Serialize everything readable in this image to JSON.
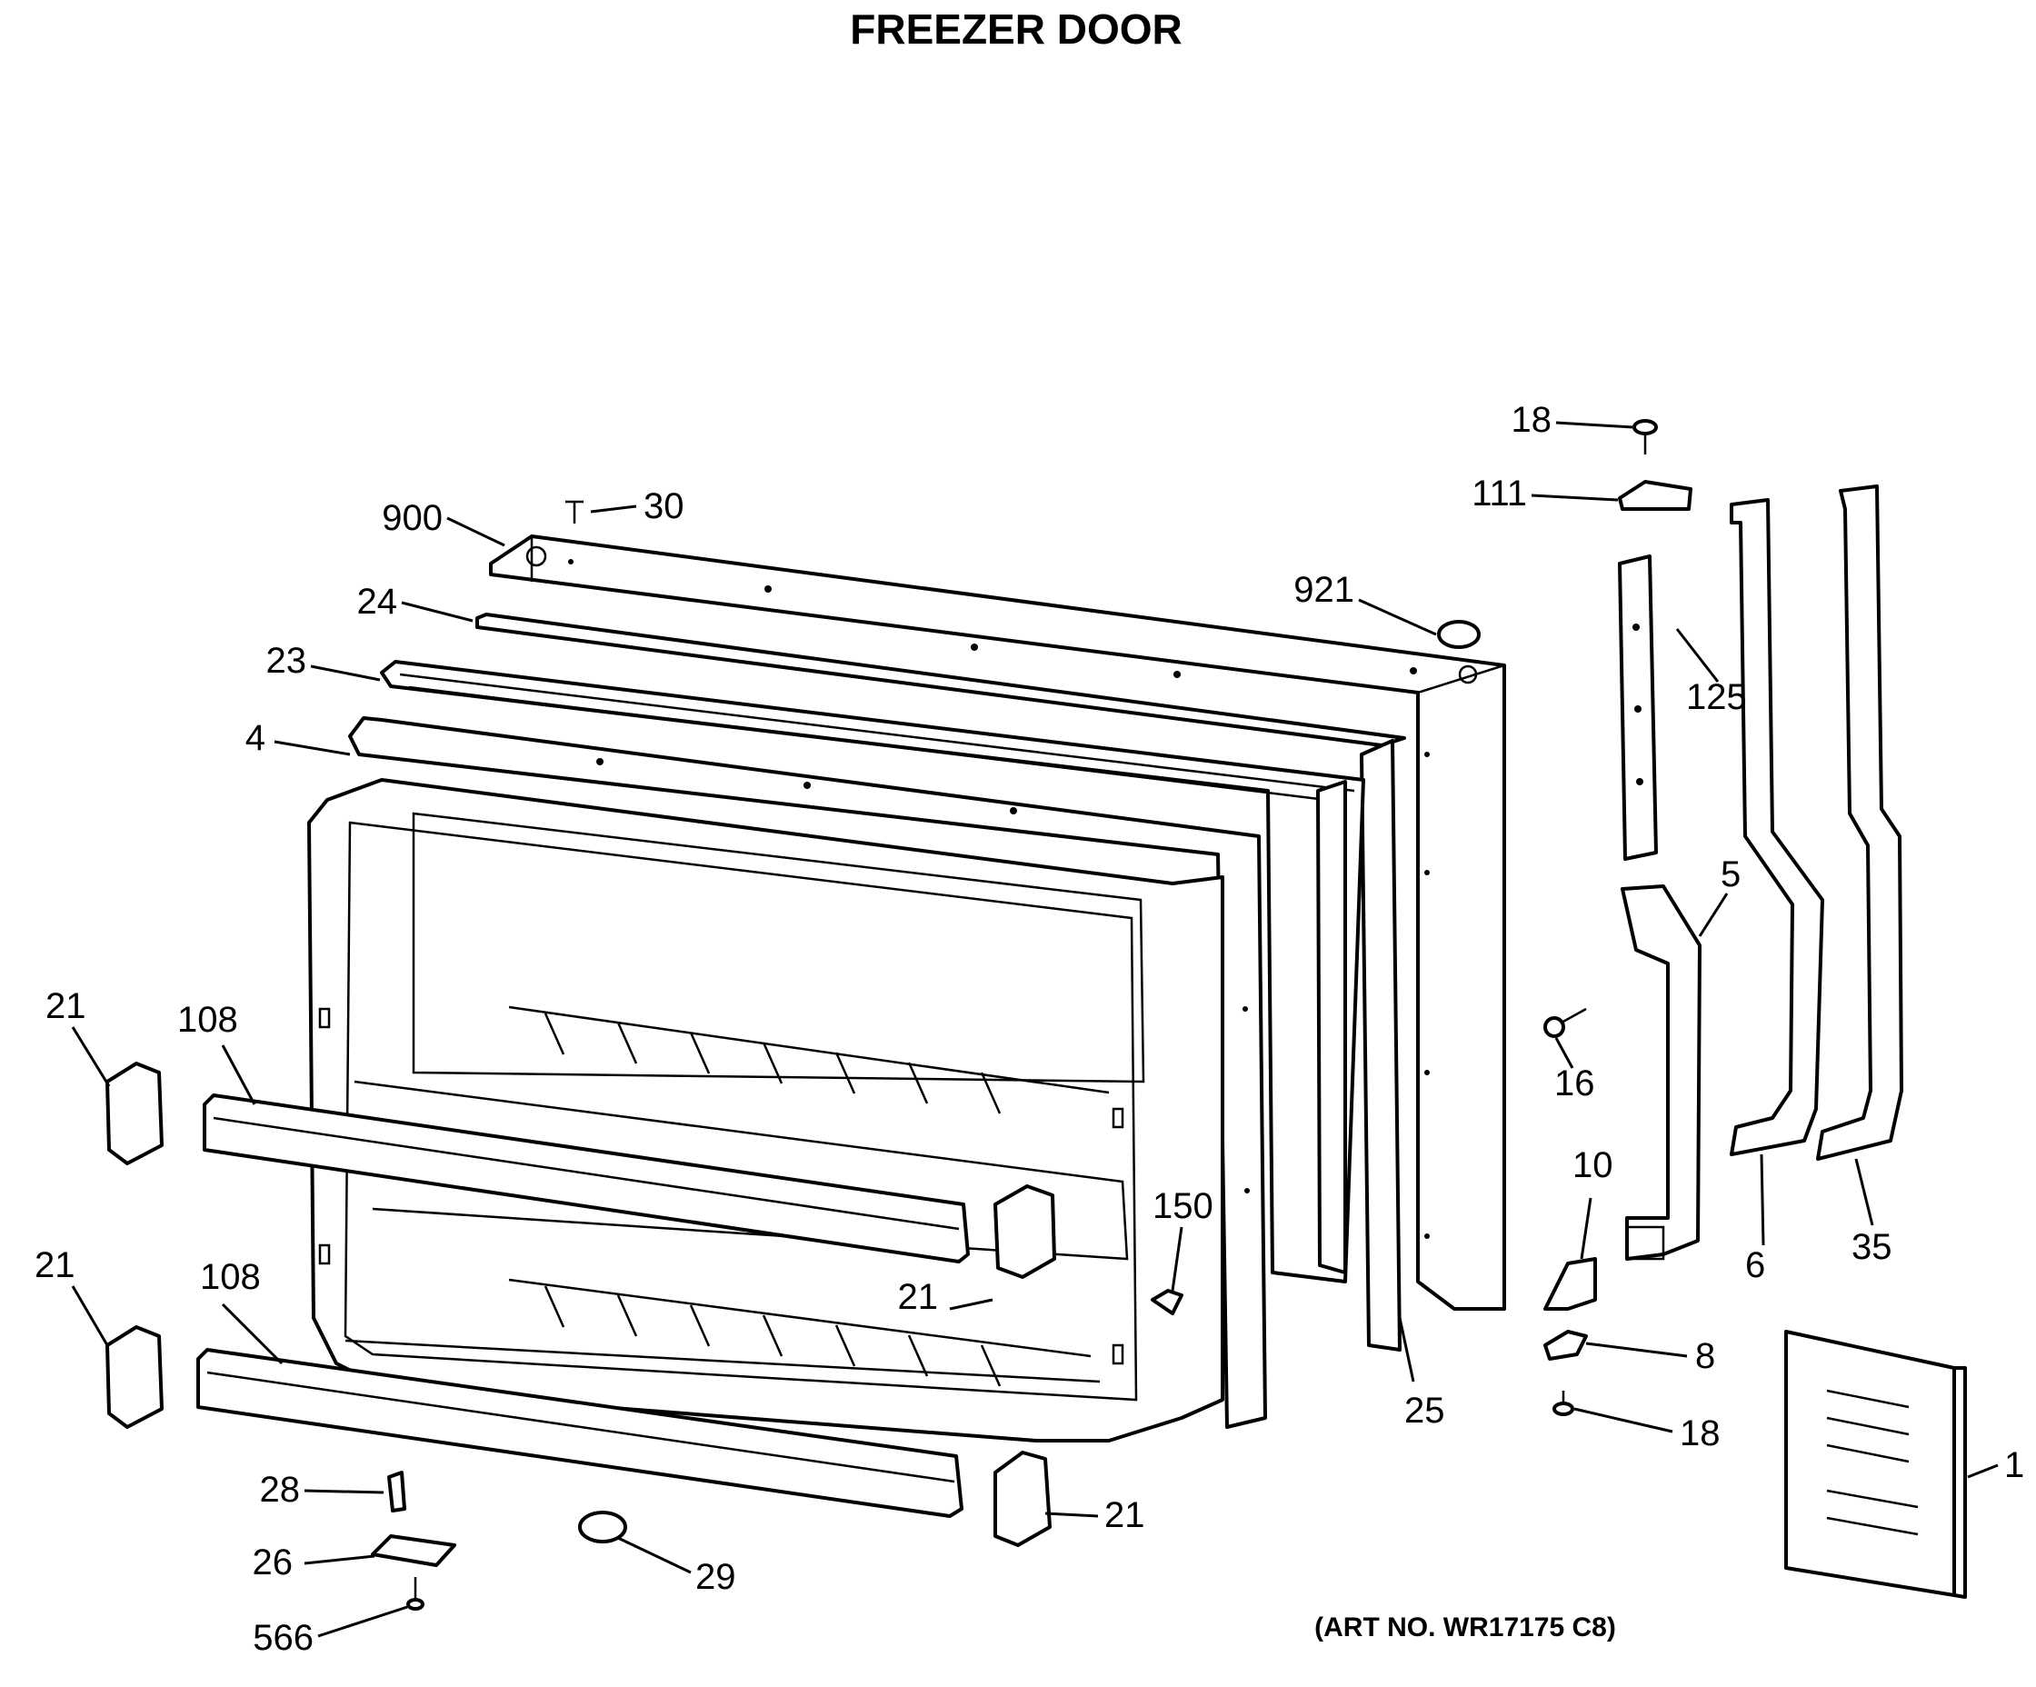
{
  "title": "FREEZER DOOR",
  "art_number": "(ART NO. WR17175 C8)",
  "callouts": [
    {
      "id": "18",
      "label": "18"
    },
    {
      "id": "111",
      "label": "111"
    },
    {
      "id": "900",
      "label": "900"
    },
    {
      "id": "30",
      "label": "30"
    },
    {
      "id": "921",
      "label": "921"
    },
    {
      "id": "24",
      "label": "24"
    },
    {
      "id": "125",
      "label": "125"
    },
    {
      "id": "23",
      "label": "23"
    },
    {
      "id": "4",
      "label": "4"
    },
    {
      "id": "5",
      "label": "5"
    },
    {
      "id": "16",
      "label": "16"
    },
    {
      "id": "21",
      "label": "21"
    },
    {
      "id": "108",
      "label": "108"
    },
    {
      "id": "150",
      "label": "150"
    },
    {
      "id": "10",
      "label": "10"
    },
    {
      "id": "6",
      "label": "6"
    },
    {
      "id": "35",
      "label": "35"
    },
    {
      "id": "8",
      "label": "8"
    },
    {
      "id": "25",
      "label": "25"
    },
    {
      "id": "1",
      "label": "1"
    },
    {
      "id": "28",
      "label": "28"
    },
    {
      "id": "26",
      "label": "26"
    },
    {
      "id": "29",
      "label": "29"
    },
    {
      "id": "566",
      "label": "566"
    }
  ]
}
